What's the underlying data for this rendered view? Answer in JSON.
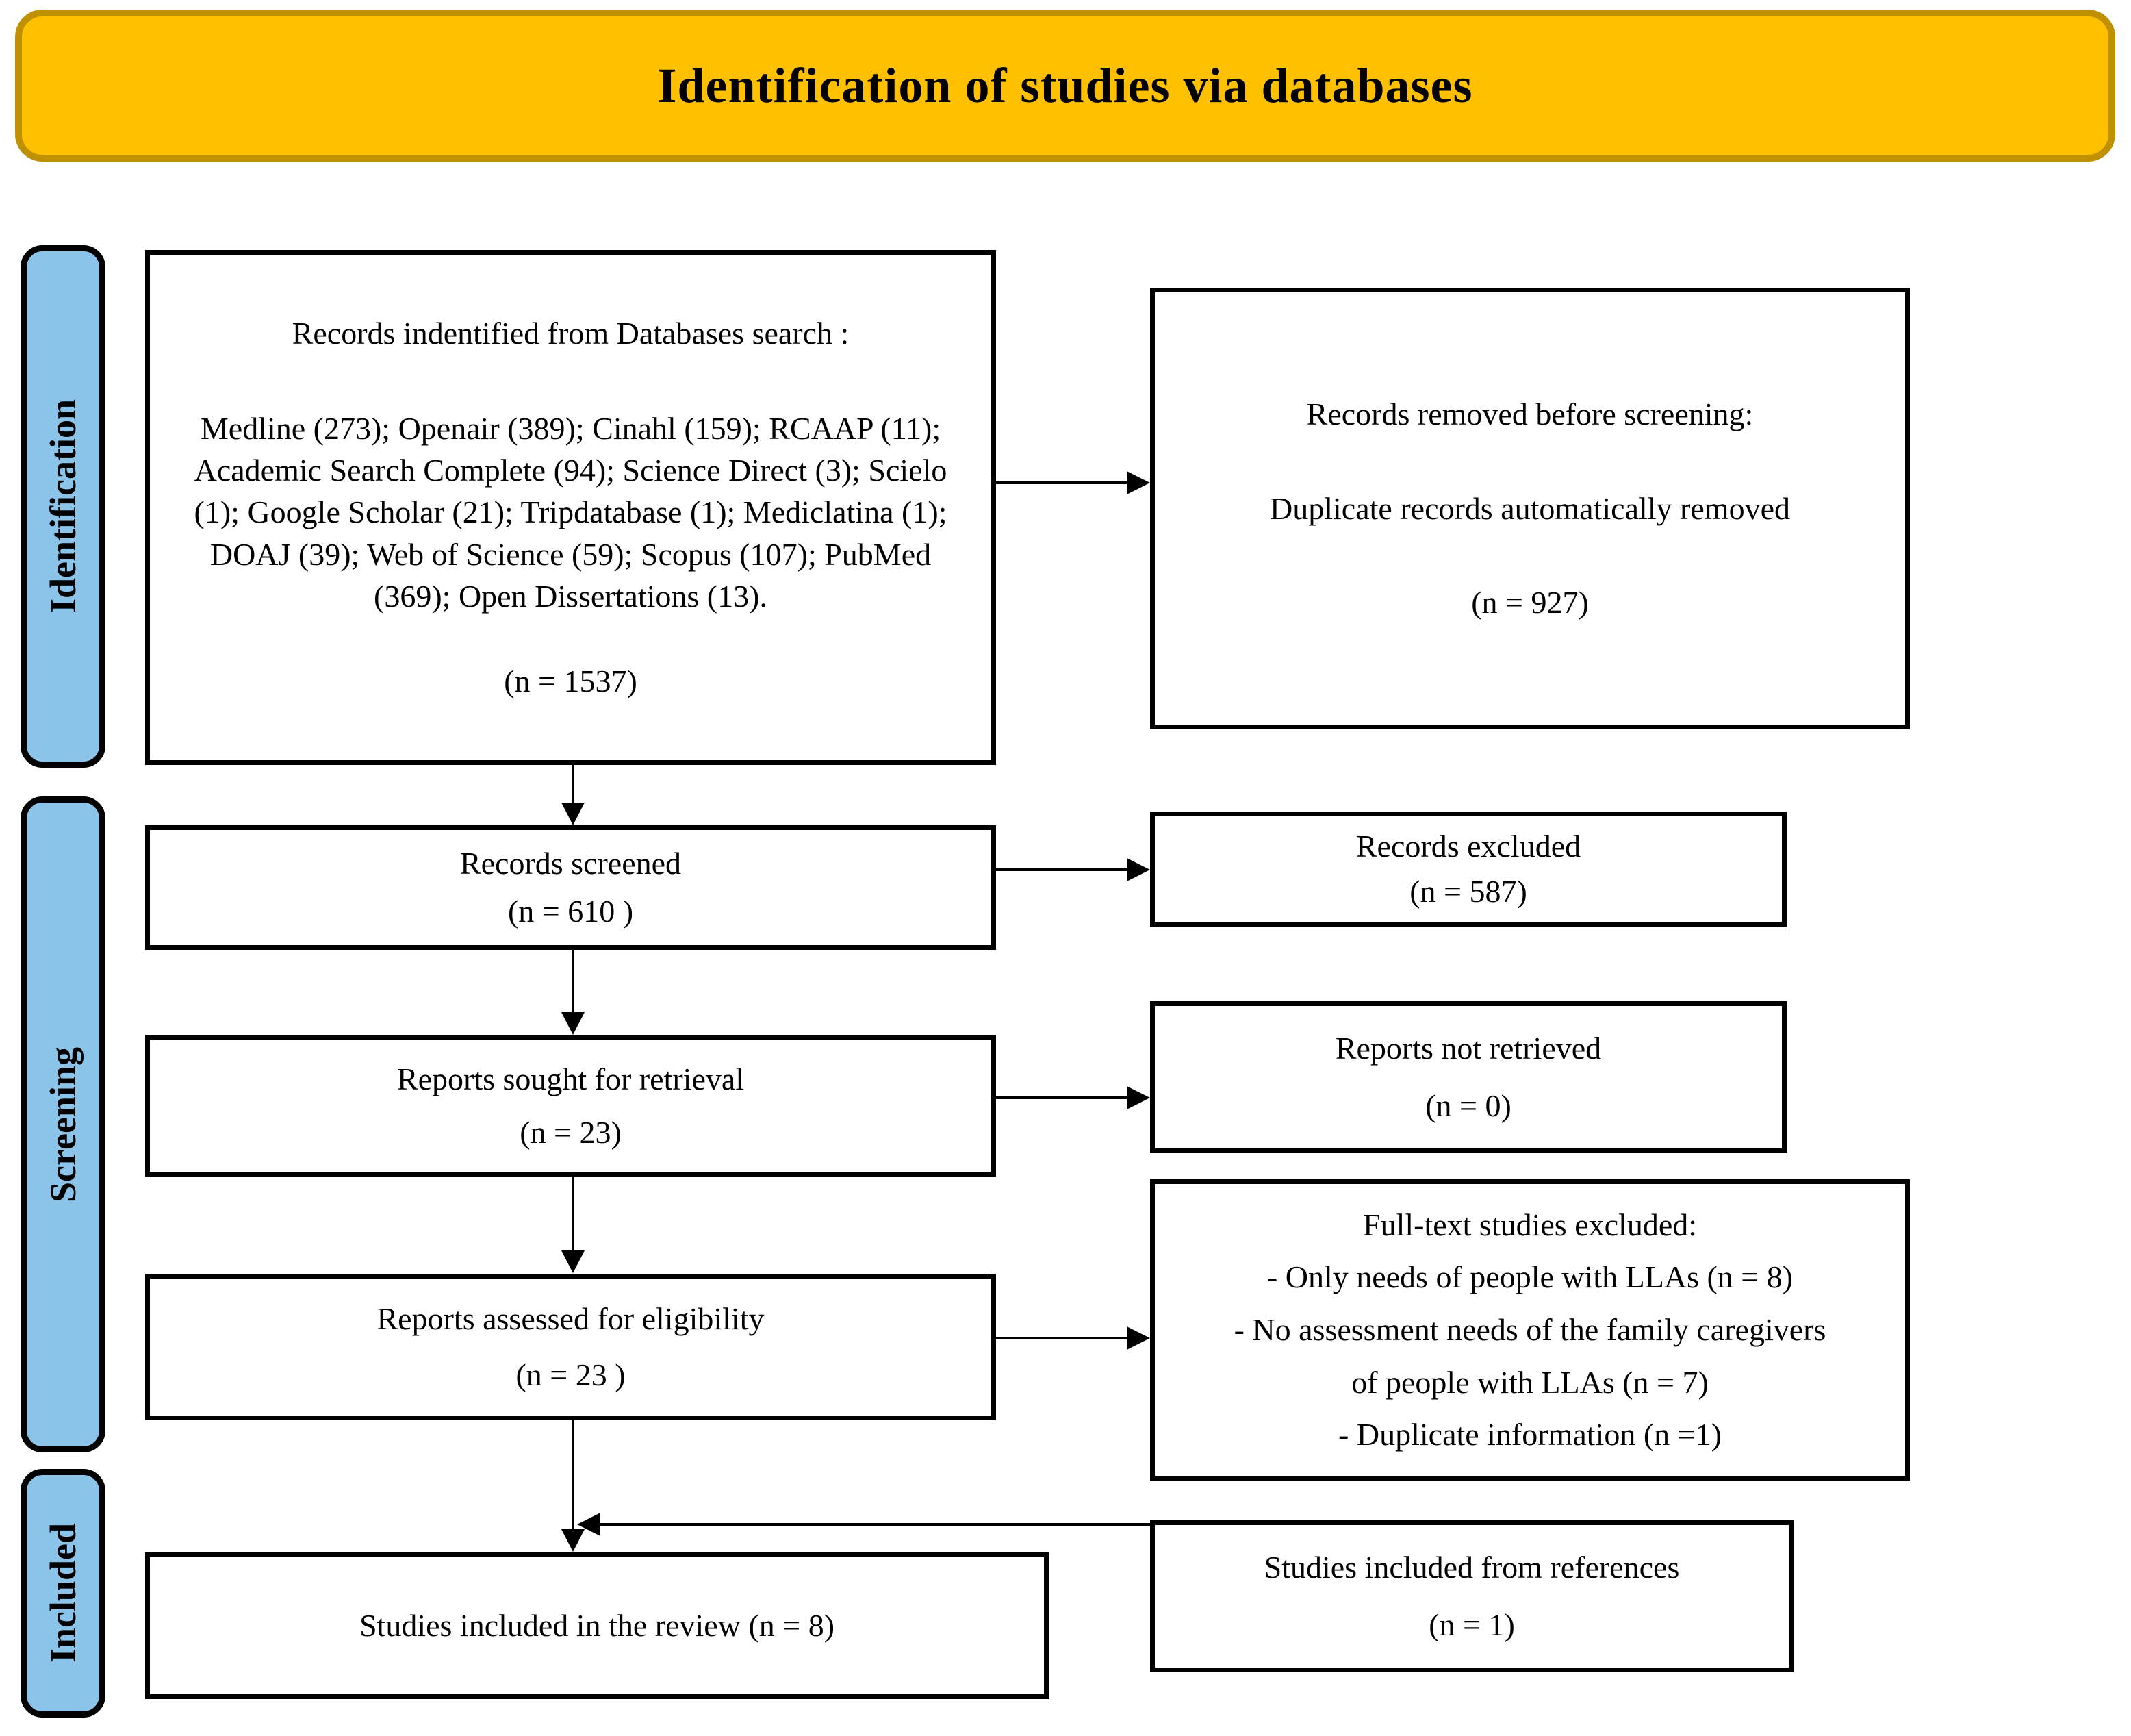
{
  "title": "Identification of studies via databases",
  "colors": {
    "banner_fill": "#FFC000",
    "banner_border": "#BF9000",
    "stage_fill": "#8CC3E8",
    "box_border": "#000000",
    "box_fill": "#FFFFFF"
  },
  "stages": [
    {
      "label": "Identification"
    },
    {
      "label": "Screening"
    },
    {
      "label": "Included"
    }
  ],
  "boxes": {
    "identified": {
      "heading": "Records indentified from Databases search :",
      "databases": "Medline (273); Openair (389); Cinahl (159); RCAAP (11); Academic Search Complete (94); Science Direct (3); Scielo (1); Google Scholar (21); Tripdatabase (1); Mediclatina (1); DOAJ (39); Web of Science (59); Scopus (107); PubMed (369); Open Dissertations (13).",
      "count": "(n = 1537)"
    },
    "removed_before_screening": {
      "line1": "Records removed before screening:",
      "line2": "Duplicate records automatically removed",
      "count": "(n = 927)"
    },
    "screened": {
      "line1": "Records screened",
      "count": "(n = 610 )"
    },
    "records_excluded": {
      "line1": "Records excluded",
      "count": "(n = 587)"
    },
    "sought": {
      "line1": "Reports sought for retrieval",
      "count": "(n = 23)"
    },
    "not_retrieved": {
      "line1": "Reports not retrieved",
      "count": "(n = 0)"
    },
    "assessed": {
      "line1": "Reports assessed for eligibility",
      "count": "(n = 23 )"
    },
    "fulltext_excluded": {
      "line1": "Full-text studies excluded:",
      "item1": "- Only needs of people with LLAs (n = 8)",
      "item2": "- No assessment needs of the family caregivers",
      "item2_cont": "of people with LLAs  (n = 7)",
      "item3": "- Duplicate information (n =1)"
    },
    "included_review": {
      "line1": "Studies included in the review (n = 8)"
    },
    "included_references": {
      "line1": "Studies included from references",
      "count": "(n = 1)"
    }
  }
}
